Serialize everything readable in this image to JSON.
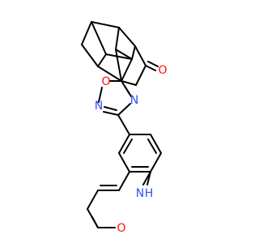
{
  "colors": {
    "bond": "#000000",
    "oxygen": "#ff0d0d",
    "nitrogen": "#3050f8",
    "background": "#ffffff"
  },
  "atoms": {
    "ketone_o": {
      "symbol": "O",
      "element": "oxygen"
    },
    "oxadiazole_o": {
      "symbol": "O",
      "element": "oxygen"
    },
    "oxadiazole_n_right": {
      "symbol": "N",
      "element": "nitrogen"
    },
    "oxadiazole_n_left": {
      "symbol": "N",
      "element": "nitrogen"
    },
    "quinolinone_nh": {
      "symbol": "H",
      "element": "nitrogen",
      "prefix": "N"
    },
    "quinolinone_o": {
      "symbol": "O",
      "element": "oxygen"
    }
  }
}
